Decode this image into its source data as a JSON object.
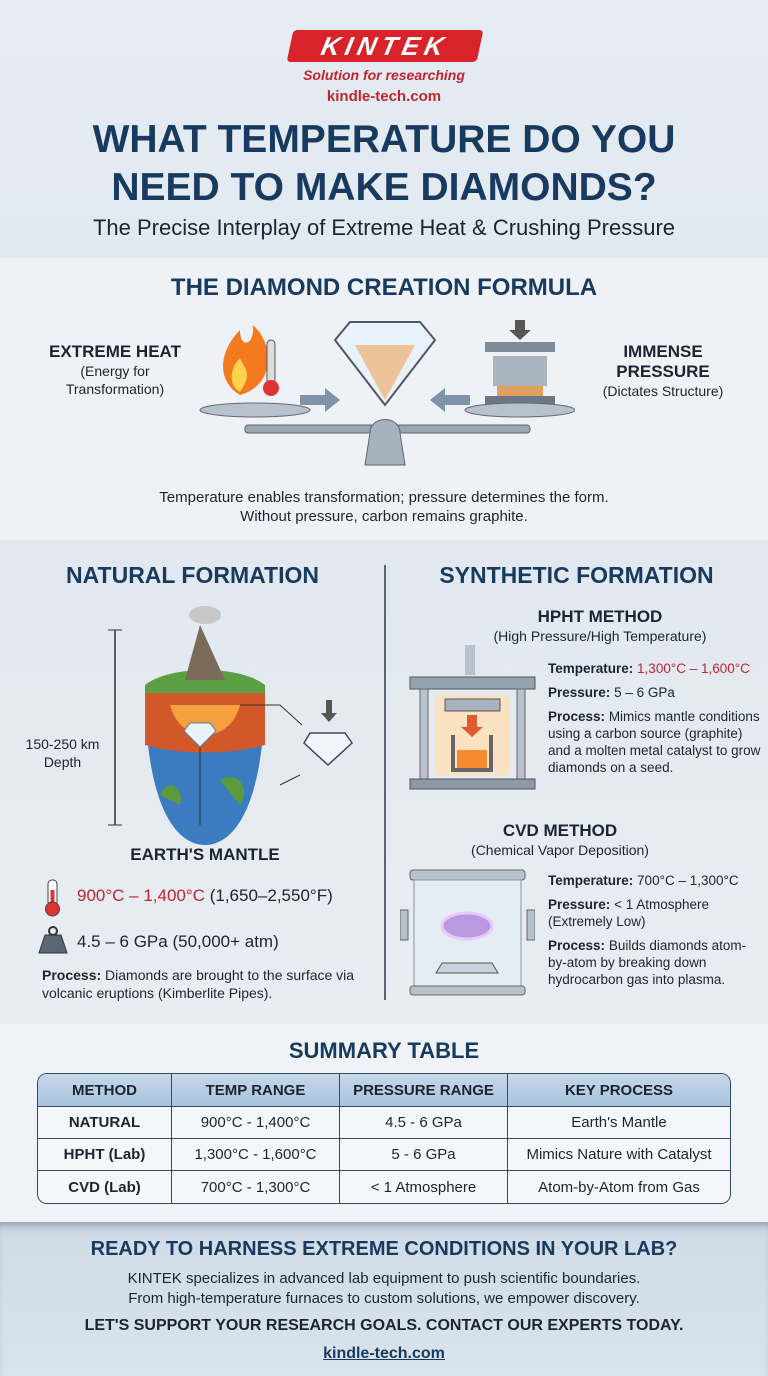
{
  "brand": {
    "logo": "KINTEK",
    "tagline": "Solution for researching",
    "url": "kindle-tech.com",
    "accent": "#d8232a"
  },
  "header": {
    "title_line1": "WHAT TEMPERATURE DO YOU",
    "title_line2": "NEED TO MAKE DIAMONDS?",
    "subtitle": "The Precise Interplay of Extreme Heat & Crushing Pressure"
  },
  "formula": {
    "heading": "THE DIAMOND CREATION FORMULA",
    "heat_title": "EXTREME HEAT",
    "heat_sub": "(Energy for Transformation)",
    "pressure_title1": "IMMENSE",
    "pressure_title2": "PRESSURE",
    "pressure_sub": "(Dictates Structure)",
    "caption1": "Temperature enables transformation; pressure determines the form.",
    "caption2": "Without pressure, carbon remains graphite."
  },
  "natural": {
    "heading": "NATURAL FORMATION",
    "depth1": "150-250 km",
    "depth2": "Depth",
    "mantle": "EARTH'S MANTLE",
    "temp": "900°C – 1,400°C",
    "temp_f": "(1,650–2,550°F)",
    "pressure": "4.5 – 6 GPa (50,000+ atm)",
    "process_label": "Process:",
    "process": "Diamonds are brought to the surface via volcanic eruptions (Kimberlite Pipes)."
  },
  "synthetic": {
    "heading": "SYNTHETIC FORMATION",
    "hpht": {
      "title": "HPHT METHOD",
      "sub": "(High Pressure/High Temperature)",
      "temp_label": "Temperature:",
      "temp": "1,300°C – 1,600°C",
      "pressure_label": "Pressure:",
      "pressure": "5 – 6 GPa",
      "process_label": "Process:",
      "process": "Mimics mantle conditions using a carbon source (graphite) and a molten metal catalyst to grow diamonds on a seed."
    },
    "cvd": {
      "title": "CVD METHOD",
      "sub": "(Chemical Vapor Deposition)",
      "temp_label": "Temperature:",
      "temp": "700°C – 1,300°C",
      "pressure_label": "Pressure:",
      "pressure": "< 1 Atmosphere (Extremely Low)",
      "process_label": "Process:",
      "process": "Builds diamonds atom-by-atom by breaking down hydrocarbon gas into plasma."
    }
  },
  "summary": {
    "heading": "SUMMARY TABLE",
    "columns": [
      "METHOD",
      "TEMP RANGE",
      "PRESSURE RANGE",
      "KEY PROCESS"
    ],
    "rows": [
      [
        "NATURAL",
        "900°C - 1,400°C",
        "4.5 - 6 GPa",
        "Earth's Mantle"
      ],
      [
        "HPHT (Lab)",
        "1,300°C - 1,600°C",
        "5 - 6 GPa",
        "Mimics Nature with Catalyst"
      ],
      [
        "CVD (Lab)",
        "700°C - 1,300°C",
        "< 1 Atmosphere",
        "Atom-by-Atom from Gas"
      ]
    ]
  },
  "cta": {
    "heading": "READY TO HARNESS EXTREME CONDITIONS IN YOUR LAB?",
    "text1": "KINTEK specializes in advanced lab equipment to push scientific boundaries.",
    "text2": "From high-temperature furnaces to custom solutions, we empower discovery.",
    "action": "LET'S SUPPORT YOUR RESEARCH GOALS. CONTACT OUR EXPERTS TODAY.",
    "link": "kindle-tech.com"
  }
}
